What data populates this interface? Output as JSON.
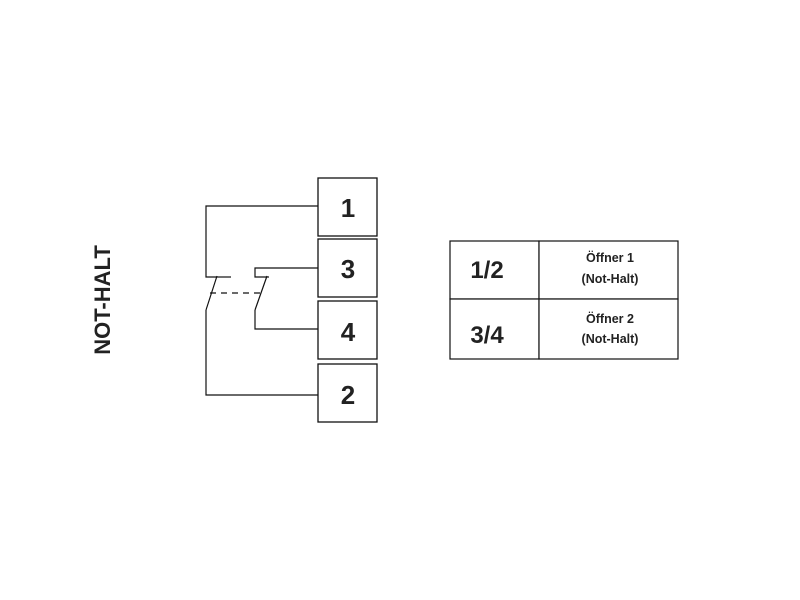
{
  "title": "NOT-HALT",
  "terminals": {
    "t1": "1",
    "t3": "3",
    "t4": "4",
    "t2": "2"
  },
  "legend": [
    {
      "code": "1/2",
      "name": "Öffner 1",
      "note": "(Not-Halt)"
    },
    {
      "code": "3/4",
      "name": "Öffner 2",
      "note": "(Not-Halt)"
    }
  ]
}
